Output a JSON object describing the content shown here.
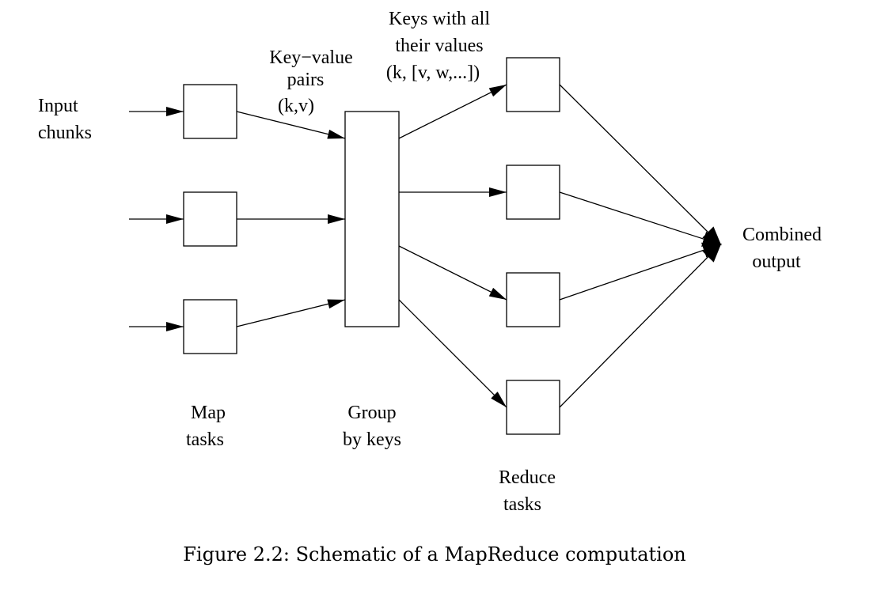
{
  "labels": {
    "input_line1": "Input",
    "input_line2": "chunks",
    "kv_line1": "Key−value",
    "kv_line2": "pairs",
    "kv_line3": "(k,v)",
    "keys_line1": "Keys with all",
    "keys_line2": "their values",
    "keys_line3": "(k, [v, w,...])",
    "combined_line1": "Combined",
    "combined_line2": "output",
    "map_line1": "Map",
    "map_line2": "tasks",
    "group_line1": "Group",
    "group_line2": "by keys",
    "reduce_line1": "Reduce",
    "reduce_line2": "tasks"
  },
  "caption": "Figure 2.2: Schematic of a MapReduce computation"
}
